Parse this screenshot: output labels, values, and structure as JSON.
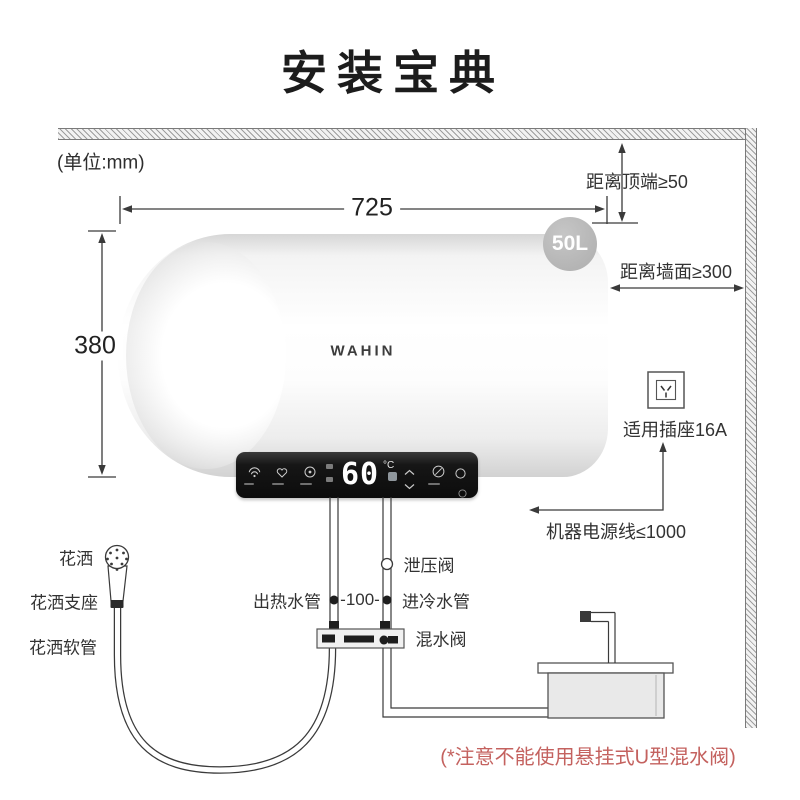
{
  "title": "安装宝典",
  "unit_label": "(单位:mm)",
  "dims": {
    "width": "725",
    "height": "380"
  },
  "annotations": {
    "top_clearance": "距离顶端≥50",
    "wall_clearance": "距离墙面≥300",
    "socket": "适用插座16A",
    "power_cord": "机器电源线≤1000"
  },
  "plumbing": {
    "relief_valve": "泄压阀",
    "hot_pipe": "出热水管",
    "spacing": "-100-",
    "cold_pipe": "进冷水管",
    "mixing_valve": "混水阀"
  },
  "shower": {
    "head": "花洒",
    "bracket": "花洒支座",
    "hose": "花洒软管"
  },
  "heater": {
    "brand": "WAHIN",
    "capacity": "50L",
    "temperature": "60",
    "temp_unit": "°C"
  },
  "note": "(*注意不能使用悬挂式U型混水阀)",
  "colors": {
    "note_red": "#c4625f",
    "badge_gray": "#b9b9b9",
    "panel_black": "#141414",
    "line": "#3a3a3a"
  }
}
